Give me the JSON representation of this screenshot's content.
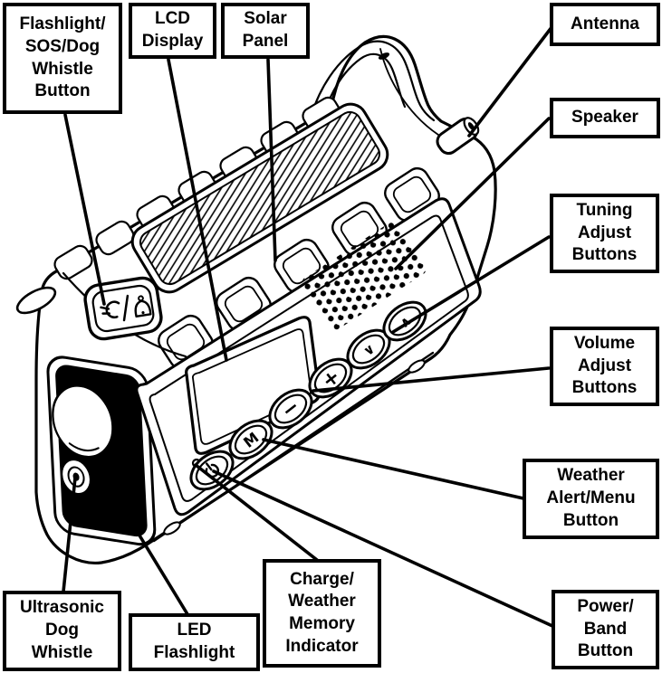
{
  "colors": {
    "ink": "#000000",
    "paper": "#ffffff"
  },
  "labels": {
    "flashlight_sos_dog_whistle_button": "Flashlight/\nSOS/Dog\nWhistle\nButton",
    "lcd_display": "LCD\nDisplay",
    "solar_panel": "Solar\nPanel",
    "antenna": "Antenna",
    "speaker": "Speaker",
    "tuning_adjust_buttons": "Tuning\nAdjust\nButtons",
    "volume_adjust_buttons": "Volume\nAdjust\nButtons",
    "weather_alert_menu_button": "Weather\nAlert/Menu\nButton",
    "power_band_button": "Power/\nBand\nButton",
    "ultrasonic_dog_whistle": "Ultrasonic\nDog\nWhistle",
    "led_flashlight": "LED\nFlashlight",
    "charge_weather_memory_indicator": "Charge/\nWeather\nMemory\nIndicator"
  },
  "device_marks": {
    "menu_button_letter": "M",
    "volume_down_symbol": "−",
    "volume_up_symbol": "+",
    "tune_down_symbol": "∨",
    "tune_up_symbol": "∧"
  }
}
